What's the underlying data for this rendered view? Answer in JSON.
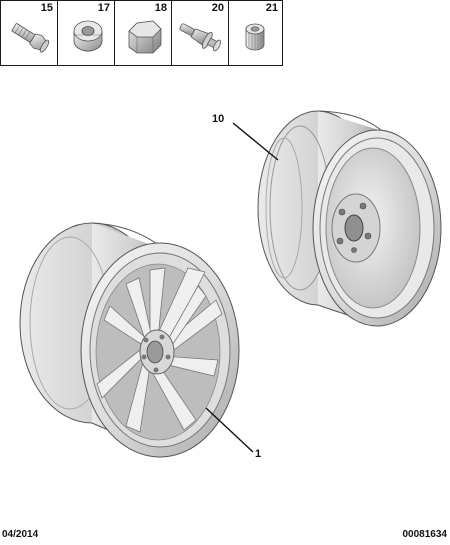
{
  "parts": [
    {
      "number": "15",
      "icon": "wheel-bolt-icon"
    },
    {
      "number": "17",
      "icon": "locking-nut-icon"
    },
    {
      "number": "18",
      "icon": "hex-cap-icon"
    },
    {
      "number": "20",
      "icon": "tire-valve-icon"
    },
    {
      "number": "21",
      "icon": "valve-cap-icon"
    }
  ],
  "callouts": {
    "spare_wheel": "10",
    "alloy_wheel": "1"
  },
  "footer": {
    "date": "04/2014",
    "code": "00081634"
  },
  "colors": {
    "line": "#1a1a1a",
    "wheel_light": "#f2f2f2",
    "wheel_mid": "#d6d6d6",
    "wheel_dark": "#a8a8a8"
  }
}
